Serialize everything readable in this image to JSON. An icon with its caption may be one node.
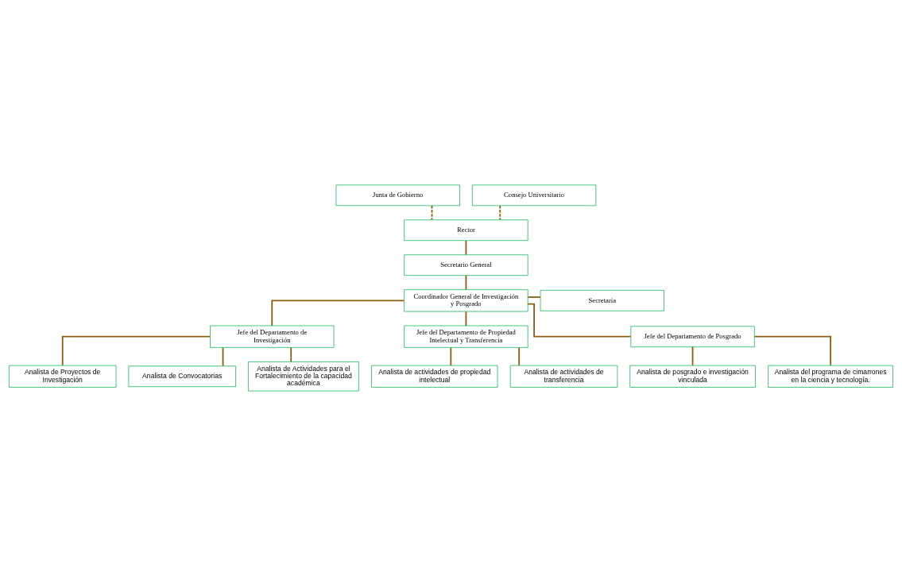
{
  "diagram": {
    "nodes": [
      {
        "text": [
          "Junta de Gobierno"
        ]
      },
      {
        "text": [
          "Consejo Universitario"
        ]
      },
      {
        "text": [
          "Rector"
        ]
      },
      {
        "text": [
          "Secretario General"
        ]
      },
      {
        "text": [
          "Coordinador General de Investigación y Posgrado"
        ]
      },
      {
        "text": [
          "Secretaria"
        ]
      },
      {
        "text": [
          "Jefe del Departamento de Investigación"
        ]
      },
      {
        "text": [
          "Jefe del Departamento de Propiedad Intelectual y Transferencia"
        ]
      },
      {
        "text": [
          "Jefe del Departamento de Posgrado"
        ]
      },
      {
        "text": [
          "Analista de Proyectos de Investigación"
        ]
      },
      {
        "text": [
          "Analista de Convocatorias"
        ]
      },
      {
        "text": [
          "Analista de Actividades para el Fortalecimiento de la capacidad académica"
        ]
      },
      {
        "text": [
          "Analista de actividades de propiedad intelectual"
        ]
      },
      {
        "text": [
          "Analista de actividades de transferencia"
        ]
      },
      {
        "text": [
          "Analista de posgrado e investigación vinculada"
        ]
      },
      {
        "text": [
          "Analista del programa de cimarrones en la ciencia y tecnología."
        ]
      }
    ],
    "edges": [
      {
        "from": 0,
        "to": 2,
        "arrow": "none",
        "style": "dashed"
      },
      {
        "from": 1,
        "to": 2,
        "arrow": "none",
        "style": "dashed"
      },
      {
        "from": 2,
        "to": 3,
        "arrow": "none"
      },
      {
        "from": 3,
        "to": 4,
        "arrow": "none"
      },
      {
        "from": 4,
        "to": 5,
        "arrow": "none"
      },
      {
        "from": 4,
        "to": 6,
        "arrow": "none"
      },
      {
        "from": 4,
        "to": 7,
        "arrow": "none"
      },
      {
        "from": 4,
        "to": 8,
        "arrow": "none"
      },
      {
        "from": 6,
        "to": 9,
        "arrow": "none"
      },
      {
        "from": 6,
        "to": 10,
        "arrow": "none"
      },
      {
        "from": 6,
        "to": 11,
        "arrow": "none"
      },
      {
        "from": 7,
        "to": 12,
        "arrow": "none"
      },
      {
        "from": 7,
        "to": 13,
        "arrow": "none"
      },
      {
        "from": 8,
        "to": 14,
        "arrow": "none"
      },
      {
        "from": 8,
        "to": 15,
        "arrow": "none"
      }
    ]
  }
}
